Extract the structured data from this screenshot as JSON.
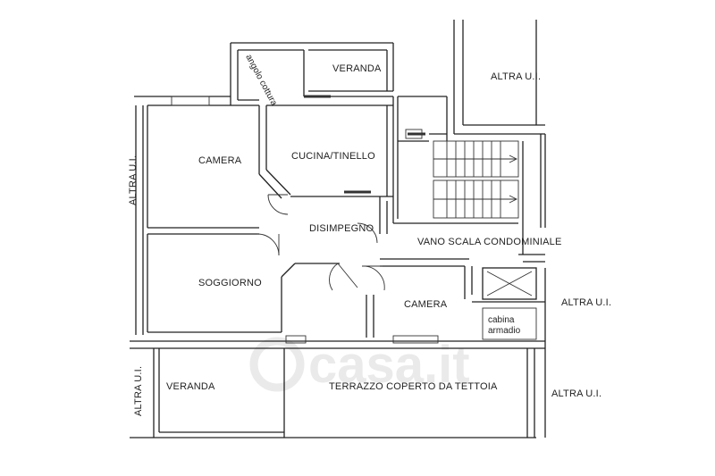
{
  "rooms": {
    "camera_1": "CAMERA",
    "cucina": "CUCINA/TINELLO",
    "veranda_top": "VERANDA",
    "ripostiglio": "angolo cottura",
    "disimpegno": "DISIMPEGNO",
    "soggiorno": "SOGGIORNO",
    "camera_2": "CAMERA",
    "cabina_1": "cabina",
    "cabina_2": "armadio",
    "veranda_bottom": "VERANDA",
    "terrazzo": "TERRAZZO COPERTO DA TETTOIA",
    "vano_scala": "VANO SCALA CONDOMINIALE"
  },
  "neighbors": {
    "top_right": "ALTRA U.I.",
    "left": "ALTRA U.I.",
    "right_mid": "ALTRA U.I.",
    "bottom_left": "ALTRA U.I.",
    "bottom_right": "ALTRA U.I."
  },
  "watermark": "casa.it"
}
